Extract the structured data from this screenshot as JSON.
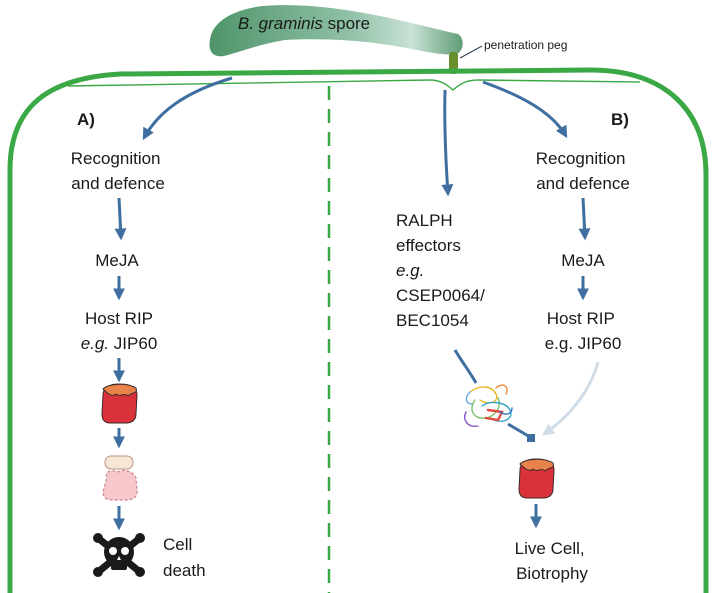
{
  "spore": {
    "label_italic": "B. graminis",
    "label_rest": " spore"
  },
  "peg_label": "penetration peg",
  "panel_a": {
    "label": "A)",
    "recognition": [
      "Recognition",
      "and defence"
    ],
    "meja": "MeJA",
    "host_rip": "Host RIP",
    "jip_italic": "e.g.",
    "jip_rest": " JIP60",
    "cell_death": [
      "Cell",
      "death"
    ]
  },
  "panel_b": {
    "label": "B)",
    "ralph": [
      "RALPH",
      "effectors",
      "e.g.",
      "CSEP0064/",
      "BEC1054"
    ],
    "recognition": [
      "Recognition",
      "and defence"
    ],
    "meja": "MeJA",
    "host_rip": [
      "Host RIP",
      "e.g. JIP60"
    ],
    "outcome": [
      "Live Cell,",
      "Biotrophy"
    ]
  },
  "colors": {
    "cell_wall": "#3aa845",
    "arrow": "#3f6fa0",
    "arrow_faded": "#d0dde8",
    "spore": "#5a9e76",
    "rip_protein": "#d9323a",
    "rip_cap": "#e8834a"
  }
}
